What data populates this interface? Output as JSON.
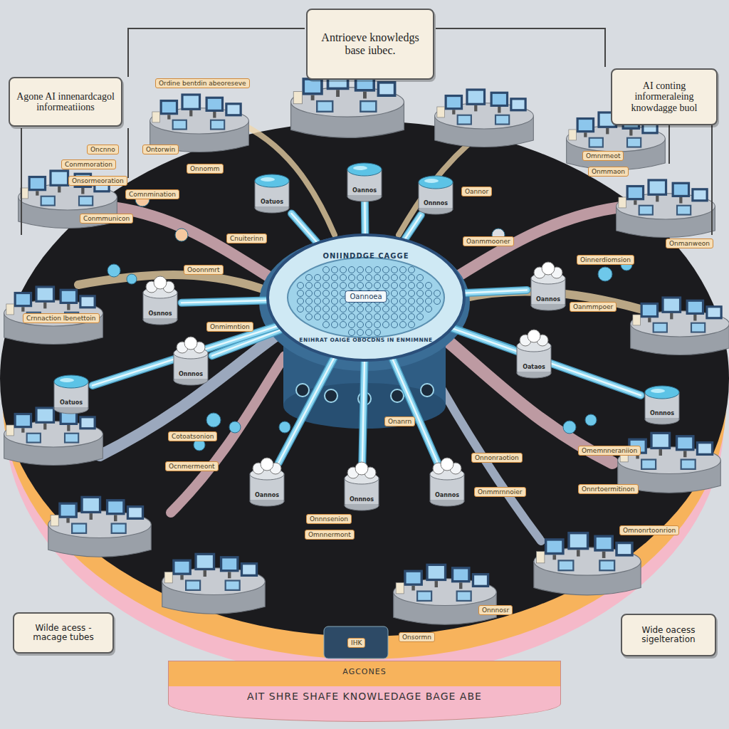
{
  "diagram": {
    "nodes": [
      {
        "text": [
          "Antrioeve knowledgs base iubec."
        ]
      },
      {
        "text": [
          "Agone AI innenardcagol informeatiions"
        ]
      },
      {
        "text": [
          "AI conting informeraleing knowdagge buol"
        ]
      },
      {
        "text": [
          "ONIINDDGE CAGGE",
          "Oannoea",
          "ENIHRAT OAIGE OBOCDNS IN ENMIMNNE"
        ]
      },
      {
        "text": [
          "Oatuos"
        ]
      },
      {
        "text": [
          "Oannos"
        ]
      },
      {
        "text": [
          "Onnnos"
        ]
      },
      {
        "text": [
          "Osnnos"
        ]
      },
      {
        "text": [
          "Oannos"
        ]
      },
      {
        "text": [
          "Onnnos"
        ]
      },
      {
        "text": [
          "Oataos"
        ]
      },
      {
        "text": [
          "Oannos"
        ]
      },
      {
        "text": [
          "Onnnos"
        ]
      },
      {
        "text": [
          "Oannos"
        ]
      },
      {
        "text": [
          "Oatuos"
        ]
      },
      {
        "text": [
          "Onnnos"
        ]
      },
      {
        "text": [
          "Wilde acess - macage tubes"
        ]
      },
      {
        "text": [
          "Wide oacess sigelteration"
        ]
      },
      {
        "text": [
          "AGCONES",
          "AIT SHRE SHAFE KNOWLEDAGE BAGE ABE"
        ]
      }
    ],
    "edges": [
      {
        "from": 3,
        "to": 4,
        "arrow": "none"
      },
      {
        "from": 3,
        "to": 5,
        "arrow": "none"
      },
      {
        "from": 3,
        "to": 6,
        "arrow": "none"
      },
      {
        "from": 3,
        "to": 7,
        "arrow": "none"
      },
      {
        "from": 3,
        "to": 8,
        "arrow": "none"
      },
      {
        "from": 3,
        "to": 9,
        "arrow": "none"
      },
      {
        "from": 3,
        "to": 10,
        "arrow": "none"
      },
      {
        "from": 3,
        "to": 11,
        "arrow": "none"
      },
      {
        "from": 3,
        "to": 12,
        "arrow": "none"
      },
      {
        "from": 3,
        "to": 13,
        "arrow": "none"
      },
      {
        "from": 3,
        "to": 14,
        "arrow": "none"
      },
      {
        "from": 3,
        "to": 15,
        "arrow": "none"
      }
    ],
    "labels": [
      "Ordine bentdin abeoreseve",
      "Oncnno",
      "Conmmoration",
      "Onsormeoration",
      "Conmmunicon",
      "Ontorwin",
      "Onnomm",
      "Comnmination",
      "Cnuiterinn",
      "Ooonnmrt",
      "Crnnaction lbenettoin",
      "Onmimntion",
      "Oannor",
      "Oanmmooner",
      "Omnrmeot",
      "Onmmaon",
      "Oinnerdiomsion",
      "Onmanweon",
      "Oanmmpoer",
      "Cotoatsonion",
      "Ocnmermeont",
      "Onnnsenion",
      "Omnnermont",
      "Onnonraotion",
      "Onmmrnnoier",
      "Omemnneraniion",
      "Onnrtoermitinon",
      "Omnonrtoonrion",
      "Onanrn",
      "IHK",
      "Onnnosr",
      "Onsormn"
    ]
  }
}
